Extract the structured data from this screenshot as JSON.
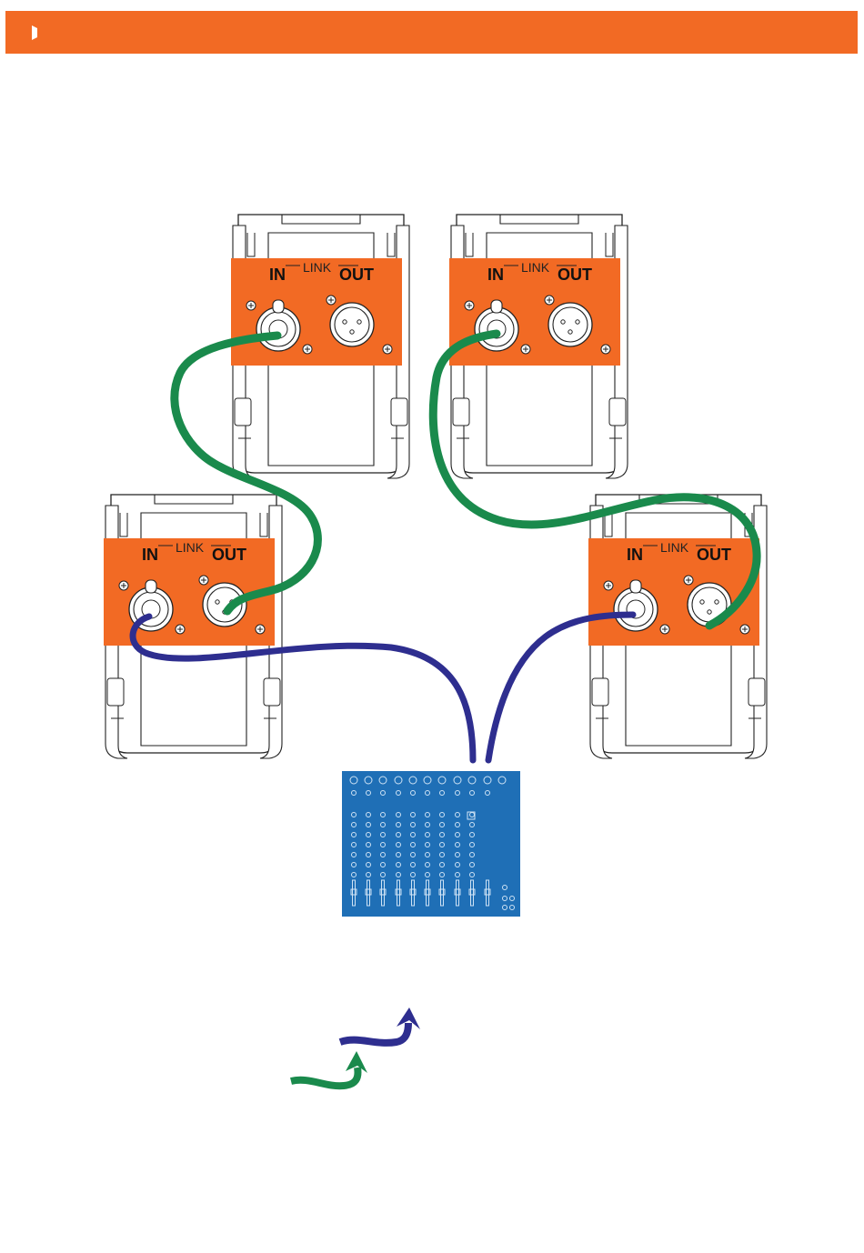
{
  "header": {
    "logo_icon": "speaker-sound-icon",
    "accent_color": "#f26a24"
  },
  "speakers": [
    {
      "id": "speaker-top-left",
      "in_label": "IN",
      "link_label": "LINK",
      "out_label": "OUT"
    },
    {
      "id": "speaker-top-right",
      "in_label": "IN",
      "link_label": "LINK",
      "out_label": "OUT"
    },
    {
      "id": "speaker-bottom-left",
      "in_label": "IN",
      "link_label": "LINK",
      "out_label": "OUT"
    },
    {
      "id": "speaker-bottom-right",
      "in_label": "IN",
      "link_label": "LINK",
      "out_label": "OUT"
    }
  ],
  "cables": {
    "signal_color": "#2e2e8f",
    "link_color": "#1a8a4c"
  },
  "mixer": {
    "color": "#1f6fb6"
  }
}
